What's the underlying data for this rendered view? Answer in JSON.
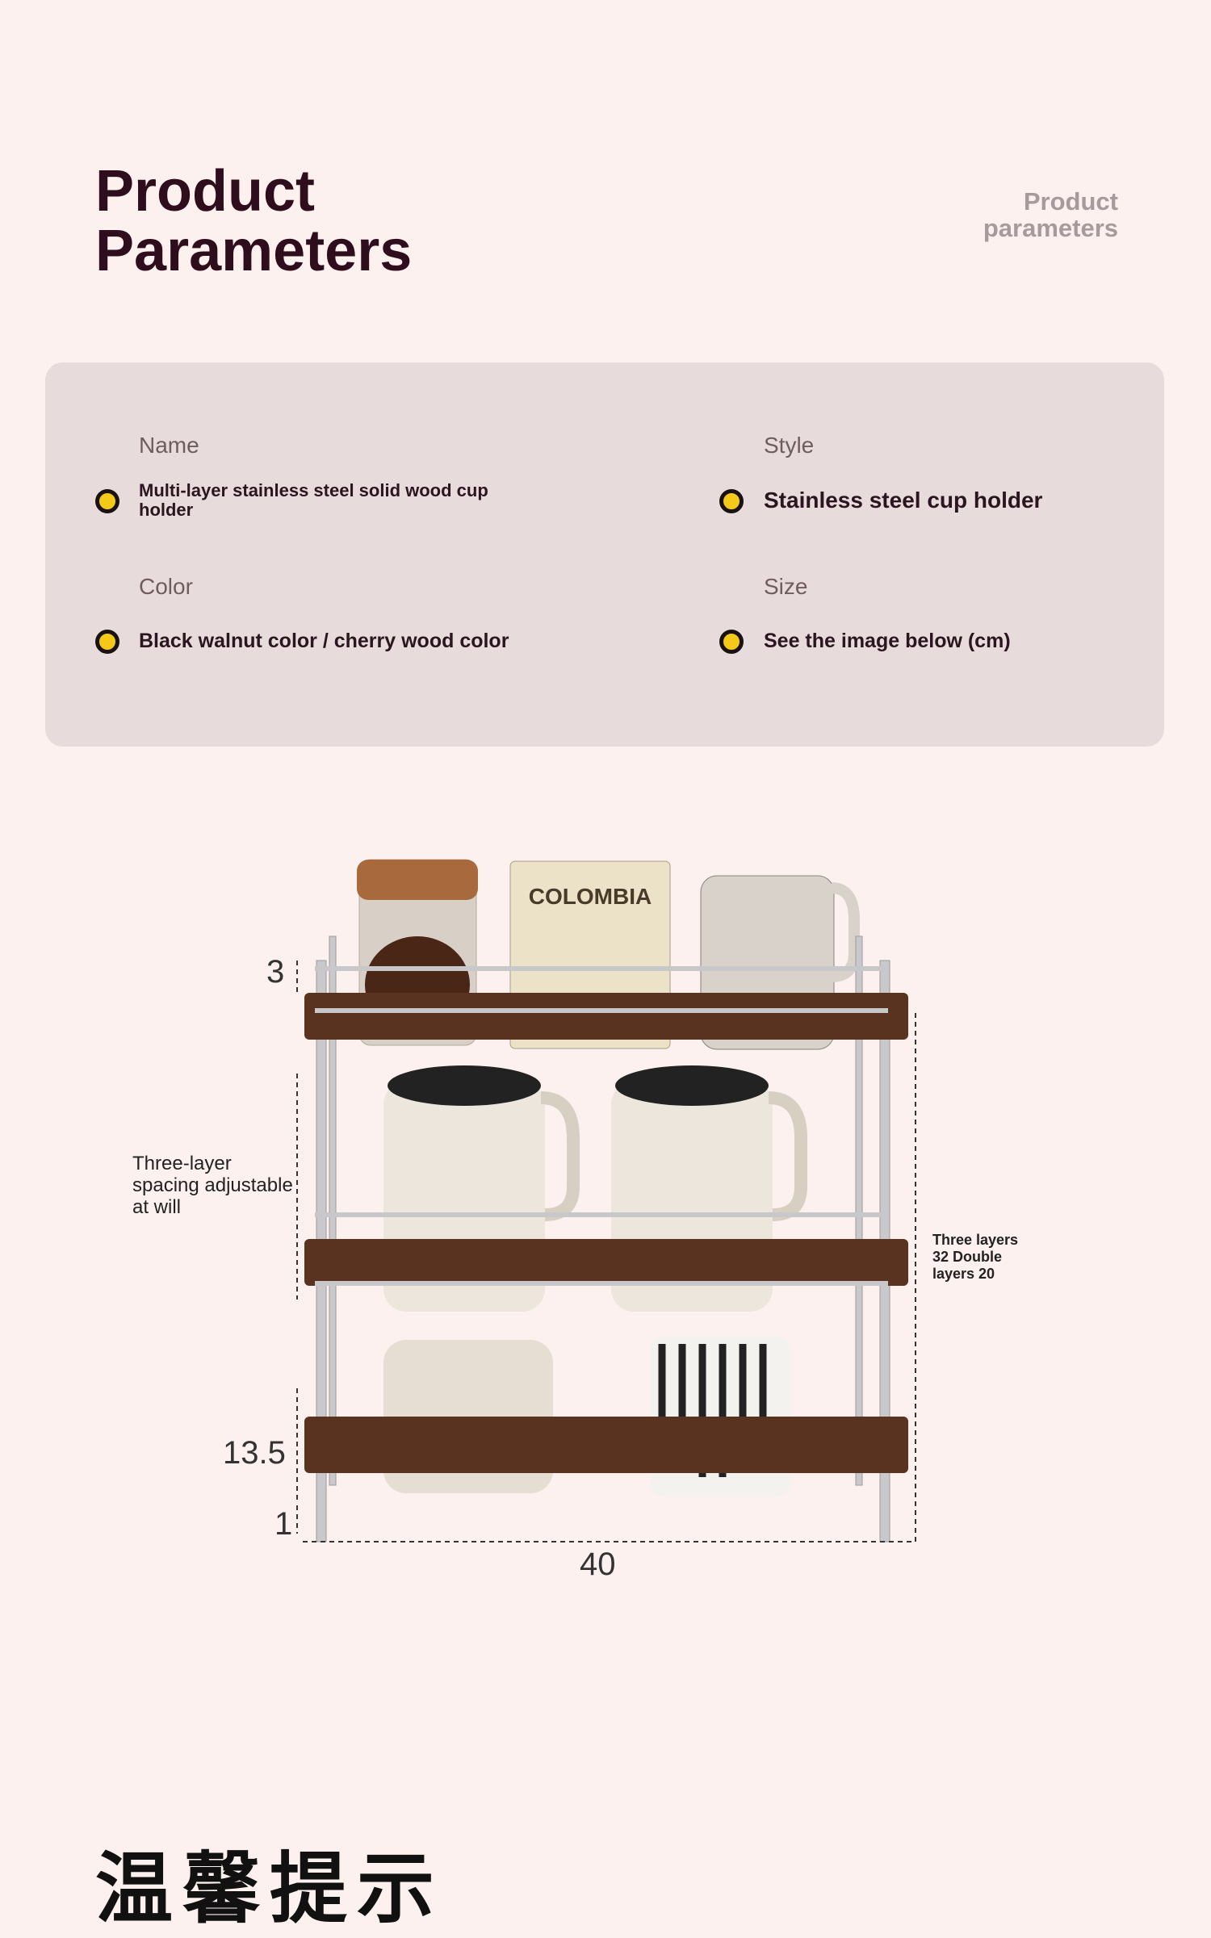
{
  "header": {
    "title_line1": "Product",
    "title_line2": "Parameters",
    "subtitle_line1": "Product",
    "subtitle_line2": "parameters"
  },
  "params": [
    {
      "label": "Name",
      "value": "Multi-layer stainless steel solid wood cup holder"
    },
    {
      "label": "Style",
      "value": "Stainless steel cup holder"
    },
    {
      "label": "Color",
      "value": "Black walnut color / cherry wood color"
    },
    {
      "label": "Size",
      "value": "See the image below (cm)"
    }
  ],
  "product_image": {
    "tin_label": "COLOMBIA",
    "dims": {
      "top_gap": "3",
      "bottom_height": "13.5",
      "board": "1",
      "width": "40"
    },
    "note_left": "Three-layer spacing adjustable at will",
    "note_right": "Three layers 32 Double layers 20"
  },
  "footer": {
    "heading": "温馨提示"
  },
  "colors": {
    "title": "#2e0d1c",
    "card": "#e7dcdb",
    "bullet": "#f4c917",
    "wood": "#5a3220"
  }
}
